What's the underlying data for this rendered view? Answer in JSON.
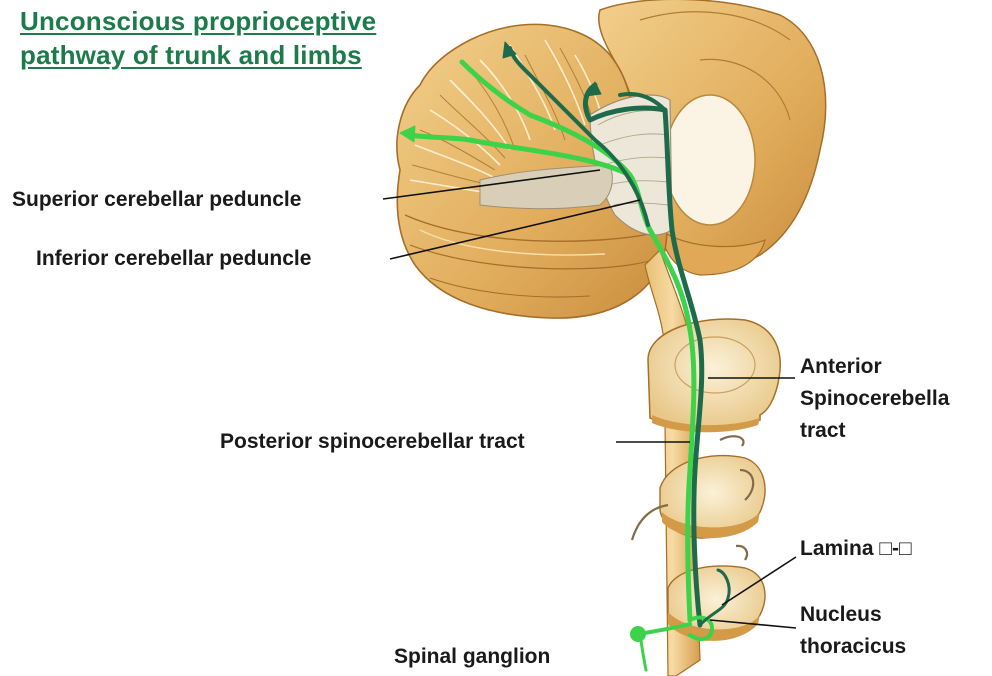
{
  "title": {
    "line1": "Unconscious proprioceptive",
    "line2": "pathway  of trunk and limbs"
  },
  "labels": {
    "superior_cerebellar_peduncle": "Superior cerebellar peduncle",
    "inferior_cerebellar_peduncle": "Inferior cerebellar peduncle",
    "posterior_spinocerebellar_tract": "Posterior spinocerebellar tract",
    "anterior_line1": "Anterior",
    "anterior_line2": "Spinocerebella",
    "anterior_line3": "tract",
    "lamina": "Lamina □-□",
    "nucleus_line1": "Nucleus",
    "nucleus_line2": "thoracicus",
    "spinal_ganglion": "Spinal  ganglion"
  },
  "colors": {
    "title": "#1d7a4a",
    "tract_light_green": "#3cd24a",
    "tract_dark_green": "#1e6b4c",
    "tissue": "#e6b66a",
    "tissue_dark": "#b57a2c",
    "gray_matter": "#f3e4c0"
  }
}
